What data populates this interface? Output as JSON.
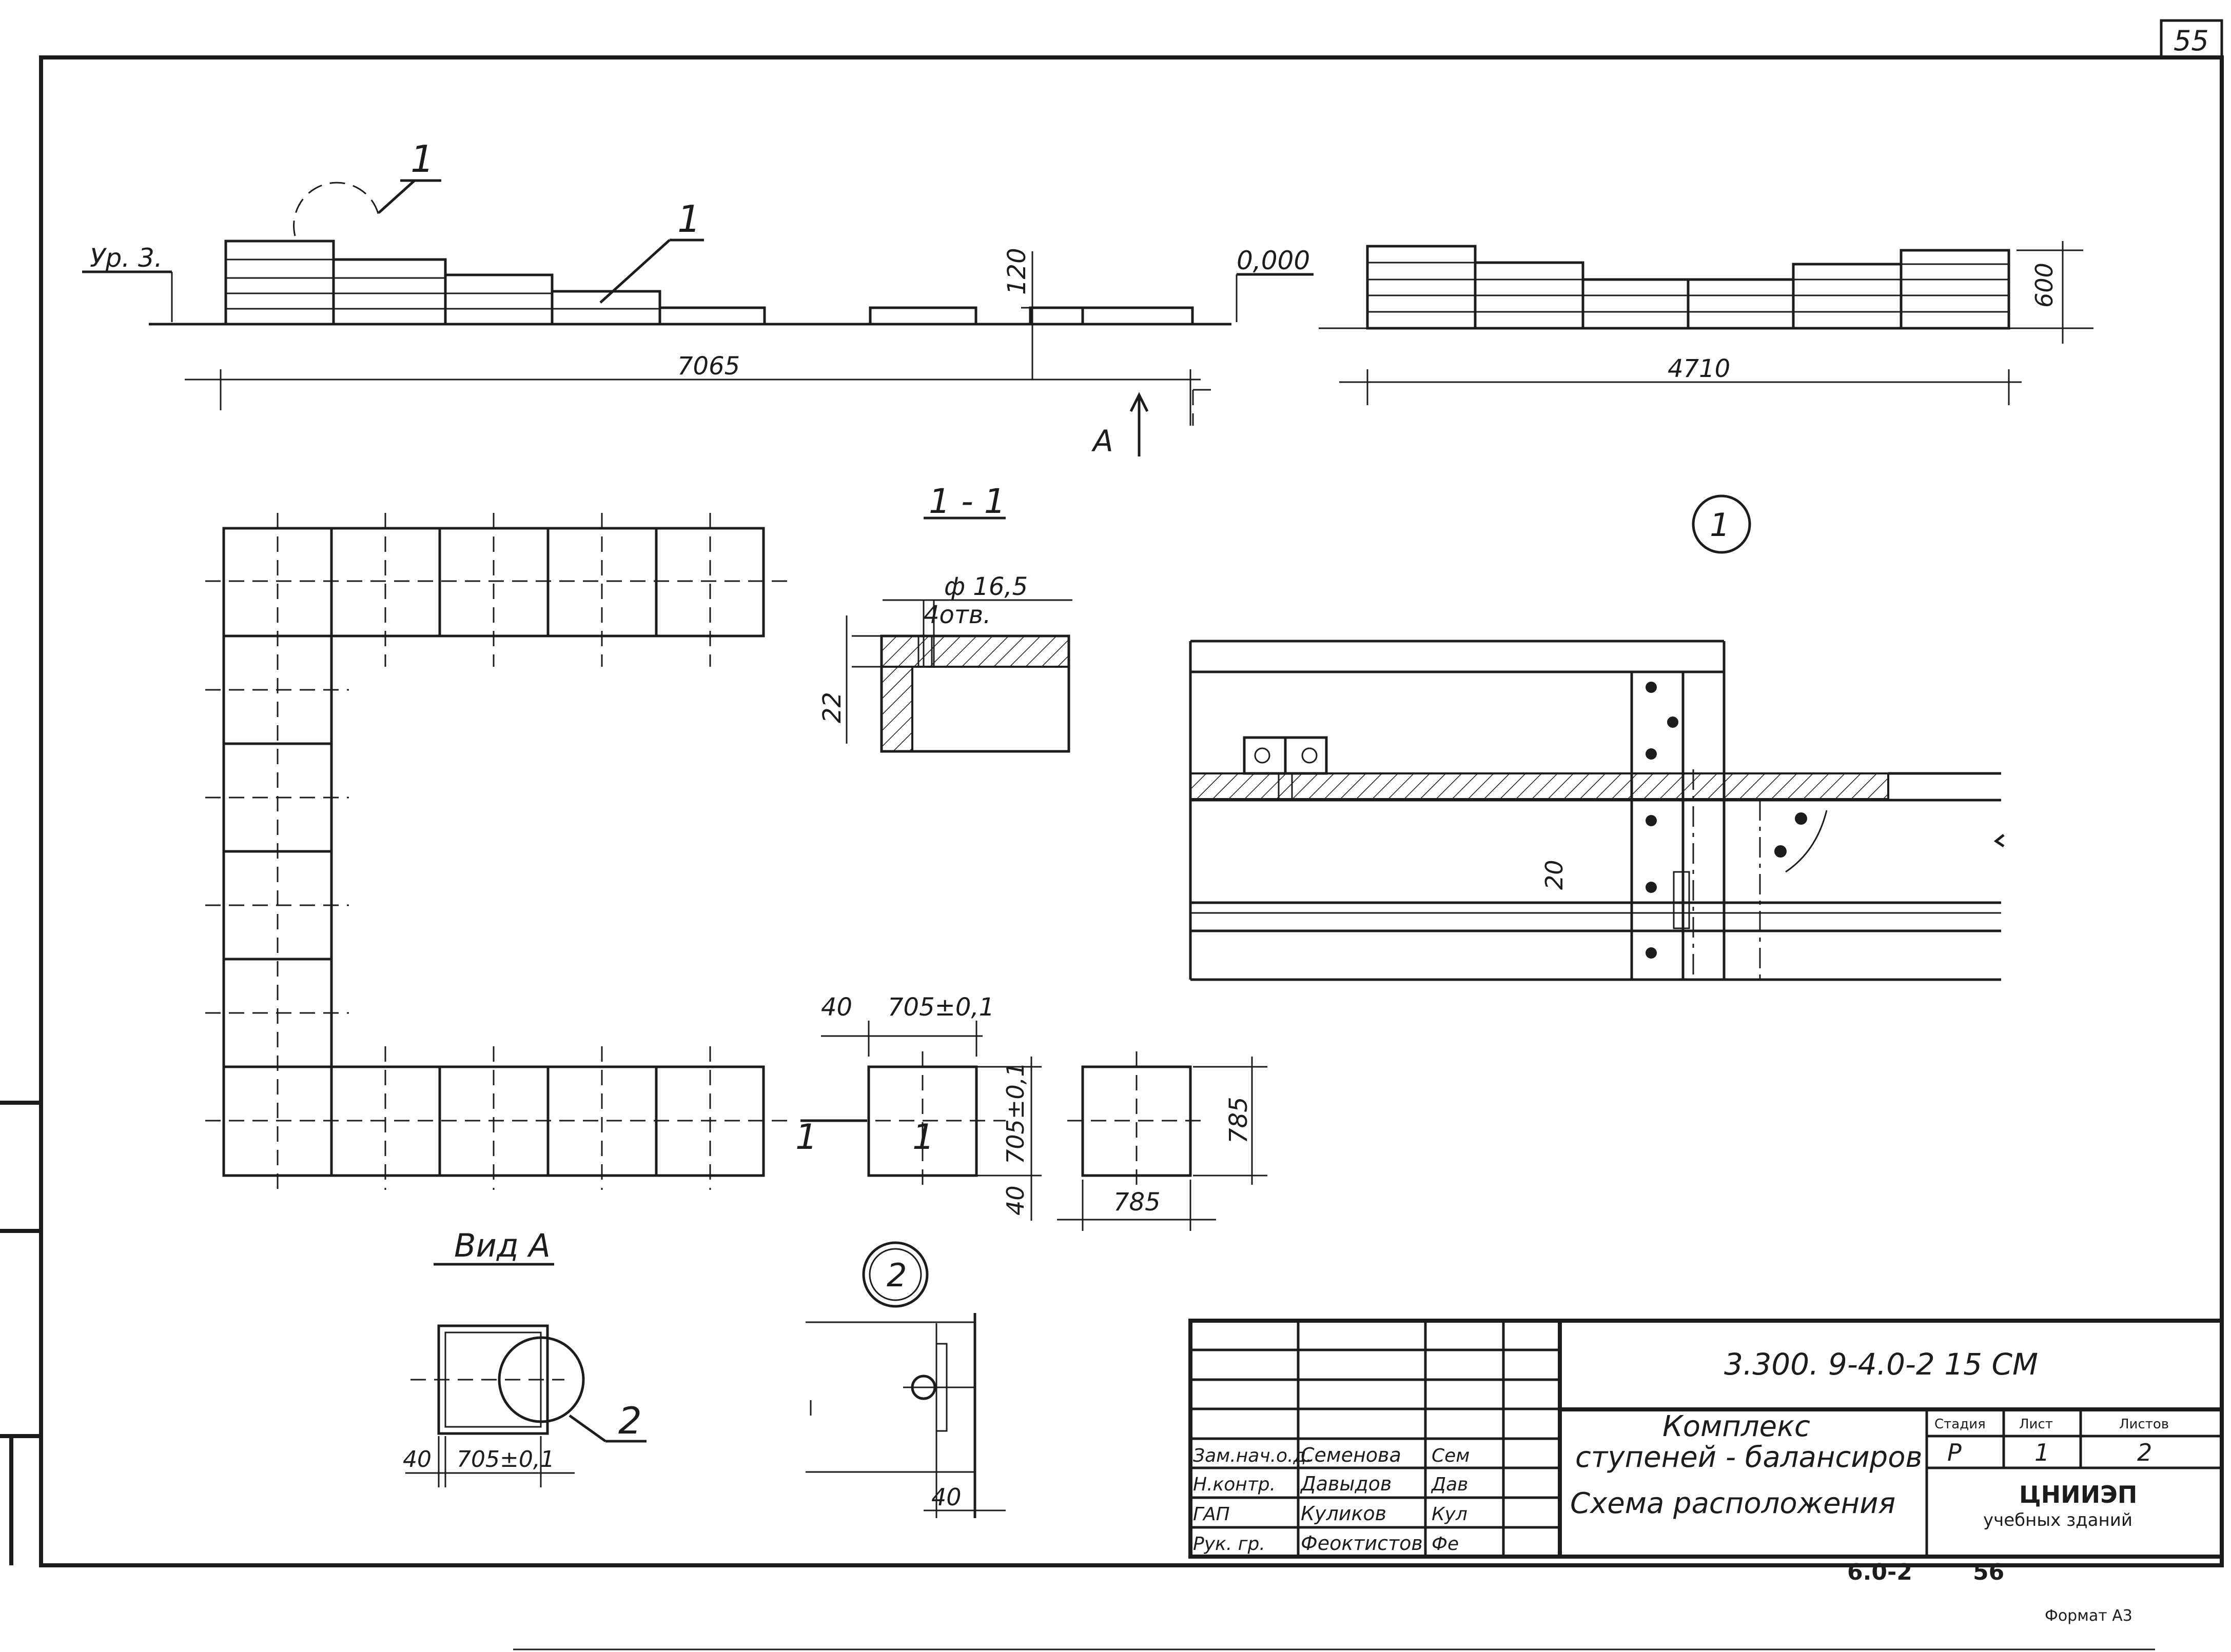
{
  "sheet_number": "55",
  "elevation": {
    "level_label": "Ур. 3.",
    "zero_mark": "0,000",
    "step_height": "120",
    "left_length": "7065",
    "right_length": "4710",
    "right_height": "600",
    "view_arrow": "А",
    "callout": "1"
  },
  "section": {
    "title": "1 - 1",
    "hole_dia": "ф 16,5",
    "hole_count": "4отв.",
    "thickness": "22"
  },
  "module": {
    "dim_40": "40",
    "dim_width": "705±0,1",
    "dim_height": "705±0,1",
    "dim_40_bottom": "40",
    "dim_785_side": "785",
    "dim_785_bottom": "785",
    "section_mark_left": "1",
    "section_mark_right": "1"
  },
  "detail1": {
    "label": "1",
    "dim_20": "20"
  },
  "detail2": {
    "label": "2",
    "dim_40": "40"
  },
  "view_a": {
    "title": "Вид А",
    "dim_40": "40",
    "dim_705": "705±0,1",
    "callout": "2"
  },
  "title_block": {
    "code": "3.300. 9-4.0-2 15 СМ",
    "name_line1": "Комплекс",
    "name_line2": "ступеней - балансиров",
    "sheet_title": "Схема расположения",
    "stage_header": "Стадия",
    "sheet_header": "Лист",
    "sheets_header": "Листов",
    "stage_value": "Р",
    "sheet_value": "1",
    "sheets_value": "2",
    "org": "ЦНИИЭП",
    "org_sub": "учебных зданий",
    "roles": [
      {
        "role": "Зам.нач.о.д.",
        "name": "Семенова",
        "sign": "Сем"
      },
      {
        "role": "Н.контр.",
        "name": "Давыдов",
        "sign": "Дав"
      },
      {
        "role": "ГАП",
        "name": "Куликов",
        "sign": "Кул"
      },
      {
        "role": "Рук. гр.",
        "name": "Феоктистов",
        "sign": "Фе"
      }
    ]
  },
  "footer": {
    "left": "6.0-2",
    "right": "56",
    "format": "Формат А3"
  }
}
